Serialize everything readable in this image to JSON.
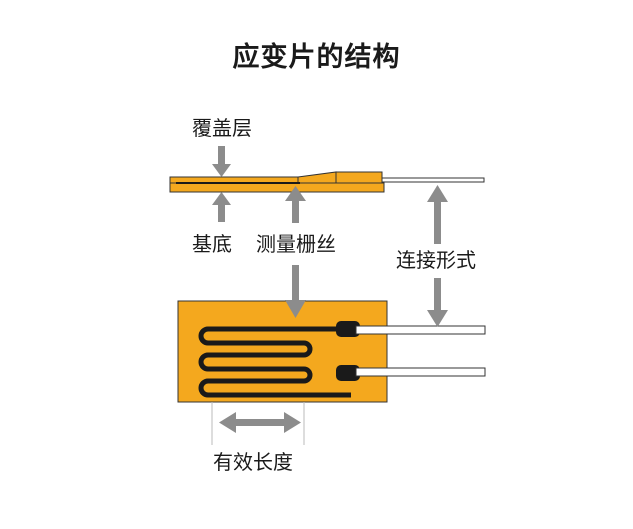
{
  "title": "应变片的结构",
  "labels": {
    "cover": "覆盖层",
    "base": "基底",
    "grid": "测量栅丝",
    "leads": "连接形式",
    "effective_length": "有效长度"
  },
  "colors": {
    "substrate": "#F4A81E",
    "grid_wire": "#1a1a1a",
    "arrow": "#8c8c8c",
    "lead_wire": "#ffffff",
    "outline": "#333333"
  }
}
